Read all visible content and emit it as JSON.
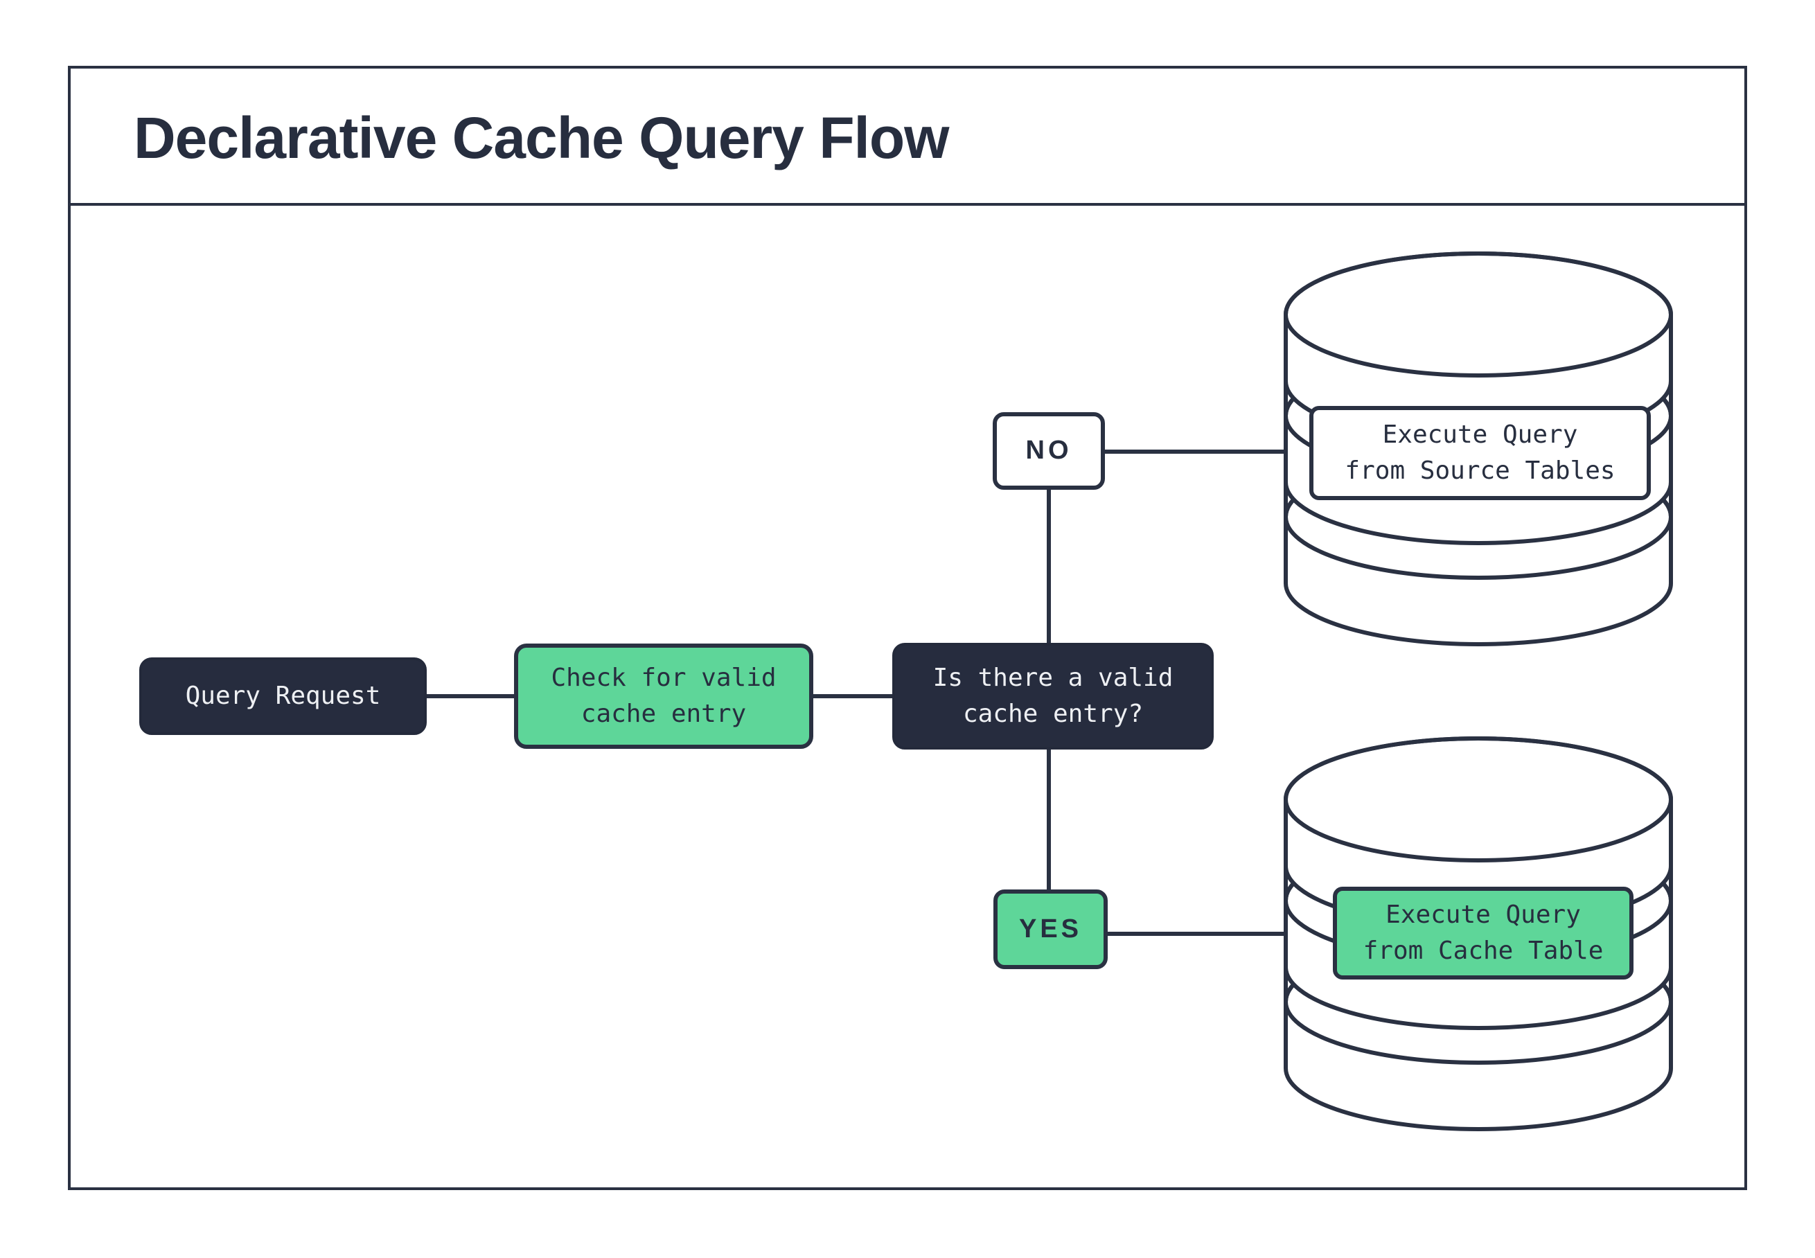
{
  "title": "Declarative Cache Query Flow",
  "palette": {
    "ink": "#2a3142",
    "node_dark_fill": "#262c3e",
    "node_green_fill": "#5ed699",
    "node_white_fill": "#ffffff",
    "text_on_dark": "#eef0f3",
    "text_on_light": "#272e3f",
    "background": "#ffffff"
  },
  "flow": {
    "query_request": "Query Request",
    "check_cache": "Check for valid\ncache entry",
    "decision": "Is there a valid\ncache entry?",
    "branch_no": "NO",
    "branch_yes": "YES",
    "execute_source": "Execute Query\nfrom Source Tables",
    "execute_cache": "Execute Query\nfrom Cache Table"
  }
}
